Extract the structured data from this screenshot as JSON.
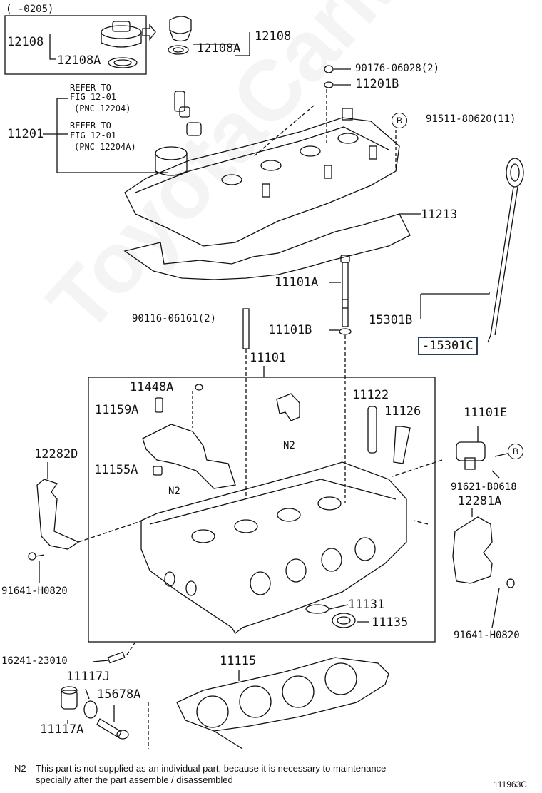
{
  "diagram": {
    "frame_top_range": "(     -0205)",
    "parts": {
      "p12108_left": "12108",
      "p12108A_left": "12108A",
      "p12108_right": "12108",
      "p12108A_right": "12108A",
      "p90176": "90176-06028(2)",
      "p11201B": "11201B",
      "p11201": "11201",
      "p91511": "91511-80620(11)",
      "p11213": "11213",
      "p11101A": "11101A",
      "p15301B": "15301B",
      "p90116": "90116-06161(2)",
      "p11101B": "11101B",
      "p15301C": "-15301C",
      "p11101": "11101",
      "p11448A": "11448A",
      "p11122": "11122",
      "p11159A": "11159A",
      "p11126": "11126",
      "p11101E": "11101E",
      "p12282D": "12282D",
      "p11155A": "11155A",
      "p91621": "91621-B0618",
      "p12281A": "12281A",
      "p91641_left": "91641-H0820",
      "p11131": "11131",
      "p11135": "11135",
      "p91641_right": "91641-H0820",
      "p16241": "16241-23010",
      "p11115": "11115",
      "p11117J": "11117J",
      "p15678A": "15678A",
      "p11117A": "11117A"
    },
    "refer": {
      "r1_line1": "REFER TO",
      "r1_line2": "FIG 12-01",
      "r1_line3": "(PNC 12204)",
      "r2_line1": "REFER TO",
      "r2_line2": "FIG 12-01",
      "r2_line3": "(PNC 12204A)"
    },
    "n2_upper": "N2",
    "n2_lower": "N2",
    "badge_b1": "B",
    "badge_b2": "B",
    "footnote_tag": "N2",
    "footnote_line1": "This part is not supplied as an individual part, because it is necessary to maintenance",
    "footnote_line2": "specially after the part assemble / disassembled",
    "figure_id": "111963C",
    "watermark": "ToyotaCarMine.ru"
  },
  "colors": {
    "ink": "#111111",
    "highlight": "#2b3f57",
    "background": "#ffffff"
  }
}
